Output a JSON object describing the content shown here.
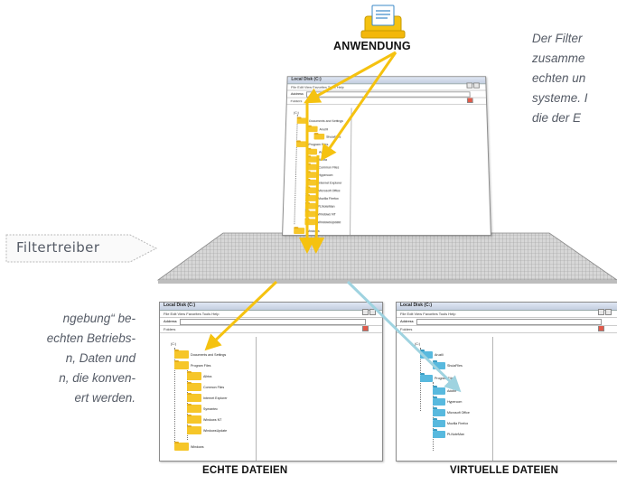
{
  "application": {
    "label": "ANWENDUNG"
  },
  "filter_driver": {
    "label": "Filtertreiber"
  },
  "text_right": {
    "lines": [
      "Der Filter",
      "zusamme",
      "echten un",
      "systeme. I",
      "die der E"
    ]
  },
  "text_left": {
    "lines": [
      "ngebung“ be-",
      "echten Betriebs-",
      "n, Daten und",
      "n, die konven-",
      "ert werden."
    ]
  },
  "labels": {
    "real_files": "ECHTE DATEIEN",
    "virtual_files": "VIRTUELLE DATEIEN"
  },
  "colors": {
    "arrow_yellow": "#f5c210",
    "arrow_blue": "#9fd3e0",
    "folder_yellow": "#f6c629",
    "folder_blue": "#58b9de",
    "text_grey": "#555b66"
  },
  "window_top": {
    "title": "Local Disk (C:)",
    "menu": "File  Edit  View  Favorites  Tools  Help",
    "address_label": "Address",
    "folders_label": "Folders",
    "items": [
      "(C:)",
      "Documents and Settings",
      "Aruzili",
      "ShuiaFiles",
      "Program Files",
      "Adobe",
      "Alhtra",
      "Common Files",
      "Hypercom",
      "Internet Explorer",
      "Microsoft Office",
      "Mozilla Firefox",
      "PLNoteMan",
      "Windows NT",
      "WindowsUpdate",
      "Windows"
    ]
  },
  "window_real": {
    "title": "Local Disk (C:)",
    "menu": "File  Edit  View  Favorites  Tools  Help",
    "address_label": "Address",
    "folders_label": "Folders",
    "items": [
      "(C:)",
      "Documents and Settings",
      "Program Files",
      "Alhtra",
      "Common Files",
      "Internet Explorer",
      "Symantec",
      "Windows NT",
      "WindowsUpdate",
      "Windows"
    ]
  },
  "window_virtual": {
    "title": "Local Disk (C:)",
    "menu": "File  Edit  View  Favorites  Tools  Help",
    "address_label": "Address",
    "folders_label": "Folders",
    "items": [
      "(C:)",
      "Aruzili",
      "ShuiaFiles",
      "Program Files",
      "Adobe",
      "Hypercom",
      "Microsoft Office",
      "Mozilla Firefox",
      "PLNoteMan"
    ]
  }
}
